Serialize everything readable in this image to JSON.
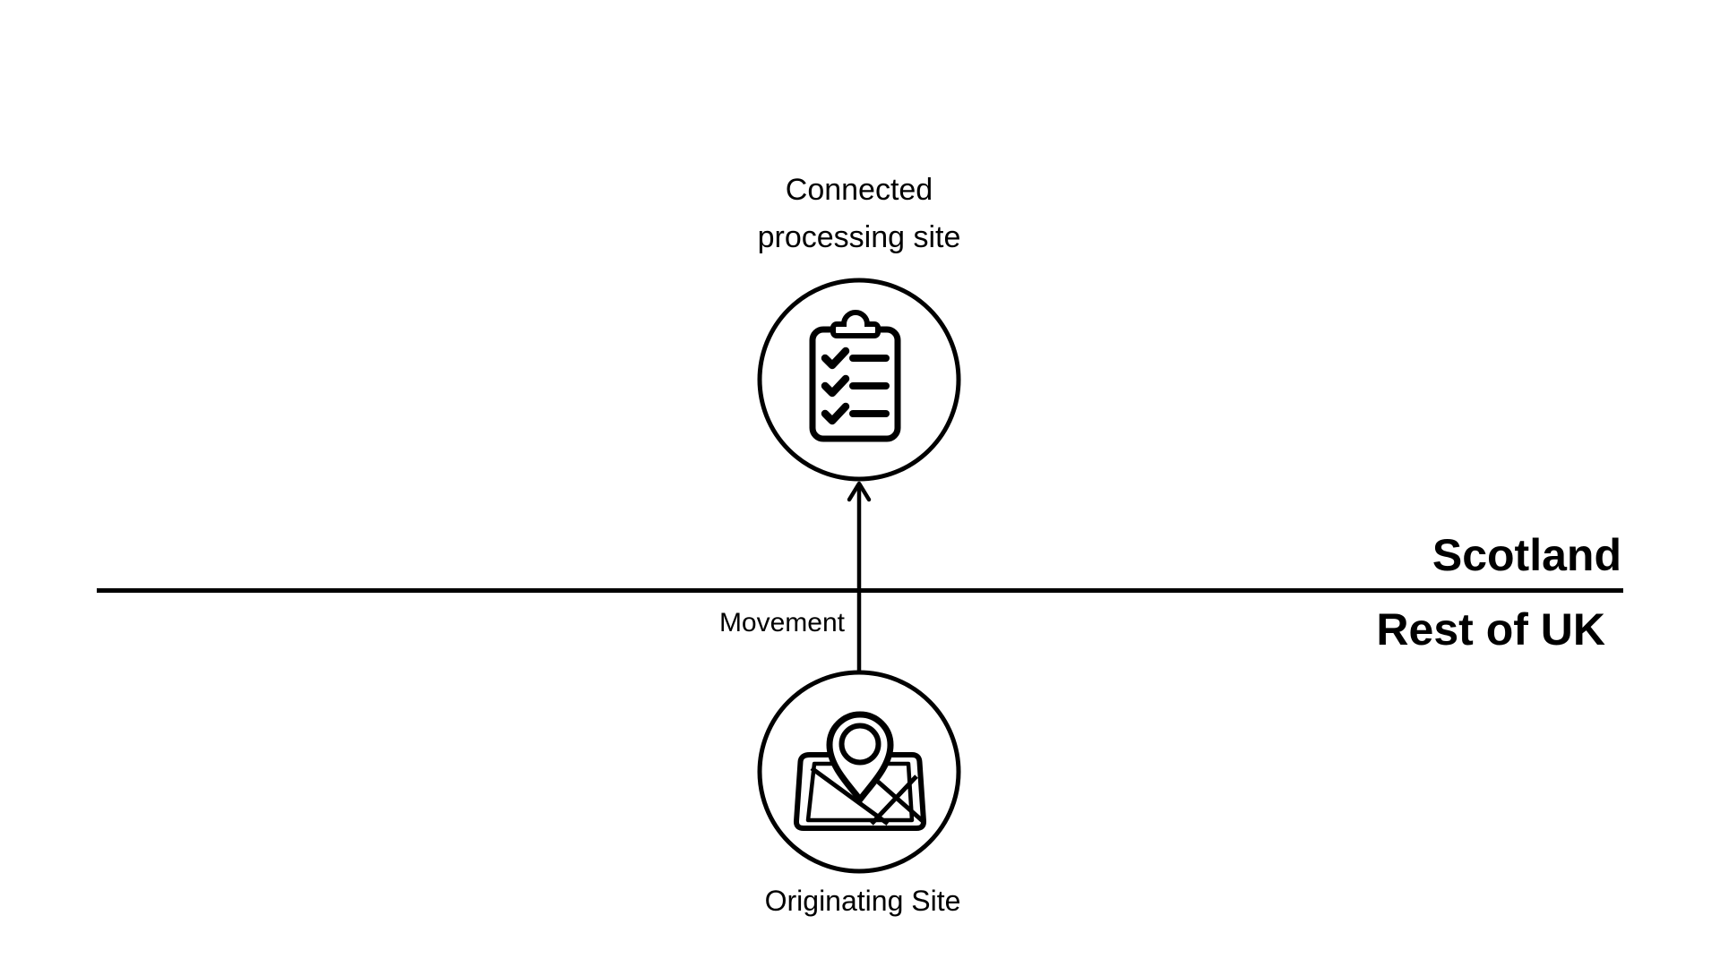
{
  "diagram": {
    "background_color": "#ffffff",
    "stroke_color": "#000000",
    "top_node": {
      "label_line1": "Connected",
      "label_line2": "processing site",
      "icon": "clipboard-checklist-icon"
    },
    "movement": {
      "label": "Movement",
      "direction": "up"
    },
    "regions": {
      "above_line": "Scotland",
      "below_line": "Rest of UK"
    },
    "bottom_node": {
      "label": "Originating Site",
      "icon": "map-location-pin-icon"
    }
  }
}
